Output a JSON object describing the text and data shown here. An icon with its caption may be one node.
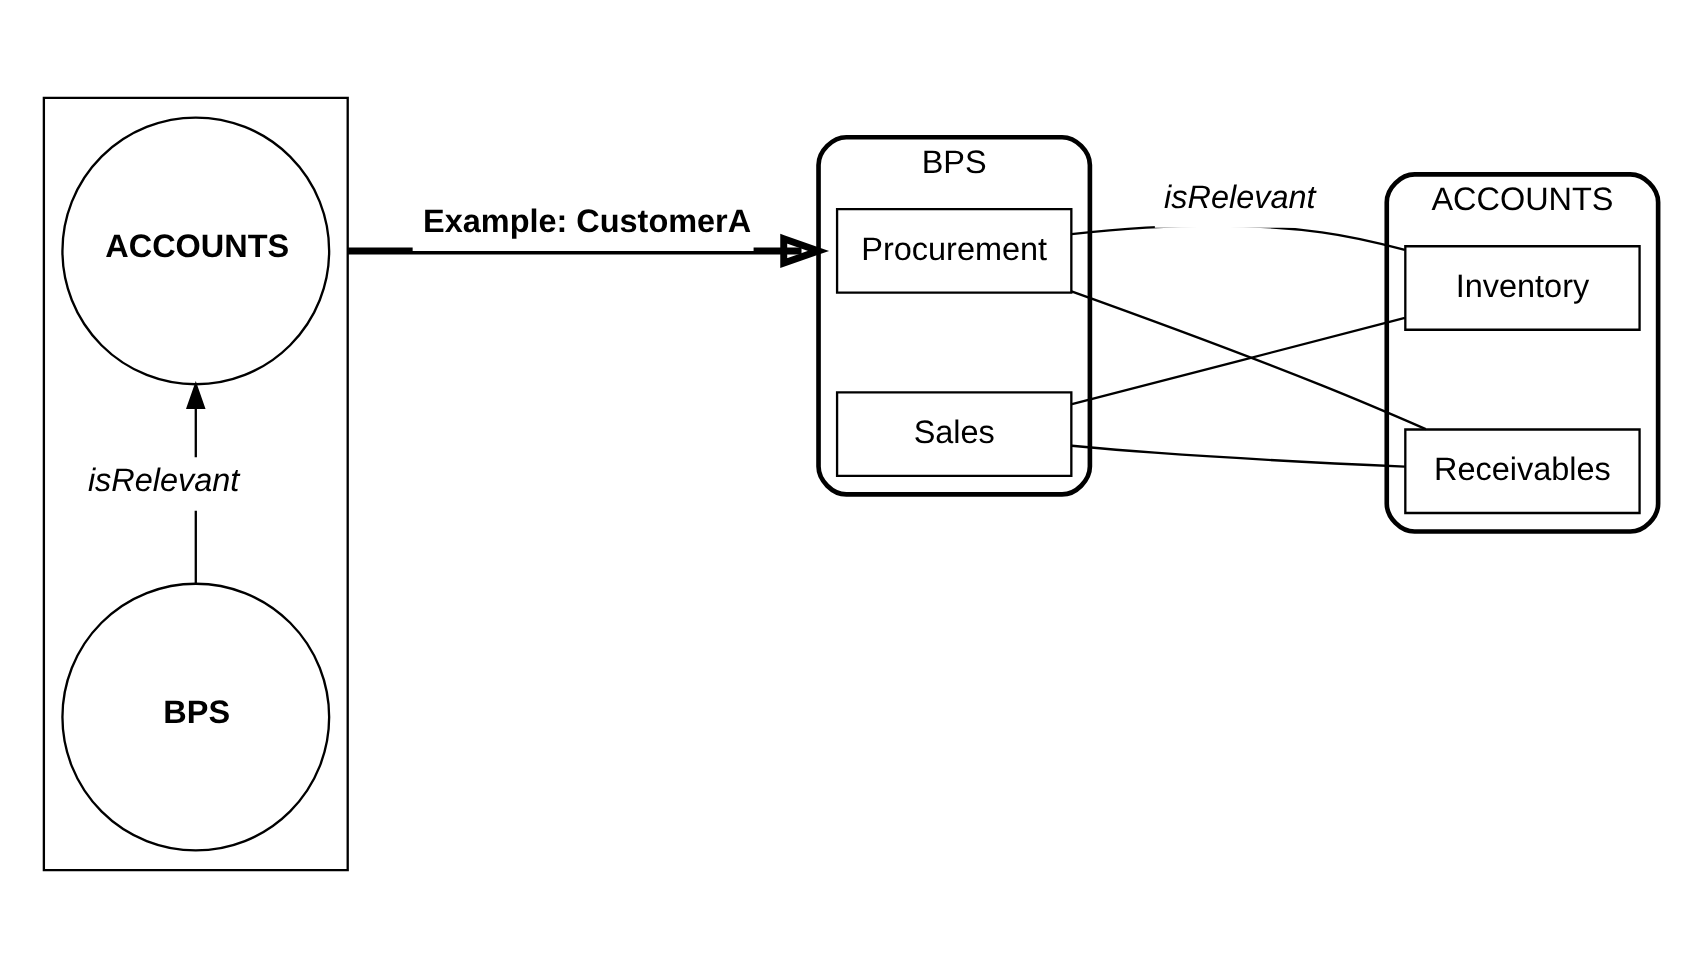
{
  "diagram": {
    "nodes": [
      {
        "text": [],
        "shape": "box"
      },
      {
        "text": [
          "ACCOUNTS"
        ],
        "in": 0
      },
      {
        "text": [
          "BPS"
        ],
        "in": 0
      },
      {
        "text": [
          "BPS"
        ]
      },
      {
        "text": [
          "Procurement"
        ],
        "in": 3
      },
      {
        "text": [
          "Sales"
        ],
        "in": 3
      },
      {
        "text": [
          "ACCOUNTS"
        ]
      },
      {
        "text": [
          "Inventory"
        ],
        "in": 6
      },
      {
        "text": [
          "Receivables"
        ],
        "in": 6
      }
    ],
    "edges": [
      {
        "from": 2,
        "to": 1,
        "arrow": "to",
        "label": "isRelevant"
      },
      {
        "from": 0,
        "to": 3,
        "arrow": "to",
        "label": "Example: CustomerA",
        "style": "thick"
      },
      {
        "from": 4,
        "to": 7,
        "arrow": "none",
        "label": "isRelevant"
      },
      {
        "from": 4,
        "to": 8,
        "arrow": "none"
      },
      {
        "from": 5,
        "to": 7,
        "arrow": "none"
      },
      {
        "from": 5,
        "to": 8,
        "arrow": "none"
      }
    ]
  }
}
